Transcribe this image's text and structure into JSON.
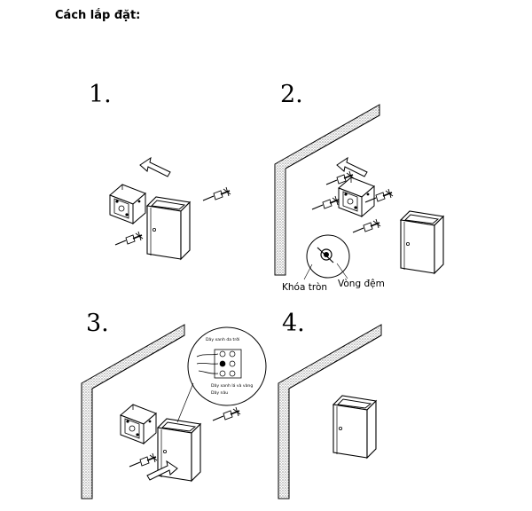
{
  "document": {
    "title": "Cách lắp đặt:"
  },
  "steps": [
    {
      "number": "1."
    },
    {
      "number": "2.",
      "labels": {
        "lock_ring": "Khóa tròn",
        "washer": "Vòng đệm"
      }
    },
    {
      "number": "3.",
      "wiring_labels": {
        "top": "Dây xanh da trời",
        "bottom": "Dây xanh lá và vàng",
        "bottom2": "Dây nâu"
      }
    },
    {
      "number": "4."
    }
  ]
}
